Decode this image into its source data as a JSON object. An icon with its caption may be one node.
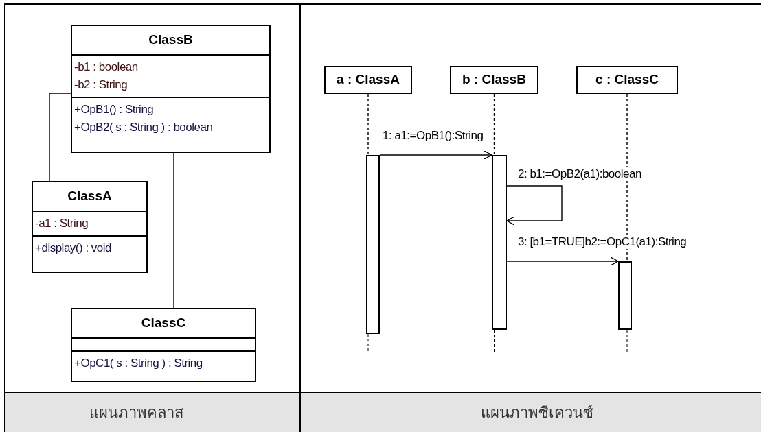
{
  "diagram": {
    "nodes": [
      {
        "text": [
          "ClassB",
          "-b1 : boolean",
          "-b2 : String",
          "+OpB1() : String",
          "+OpB2( s : String ) : boolean"
        ]
      },
      {
        "text": [
          "ClassA",
          "-a1 : String",
          "+display() : void"
        ]
      },
      {
        "text": [
          "ClassC",
          "+OpC1( s : String ) : String"
        ]
      },
      {
        "text": [
          "a : ClassA"
        ]
      },
      {
        "text": [
          "b : ClassB"
        ]
      },
      {
        "text": [
          "c : ClassC"
        ]
      },
      {
        "text": [],
        "shape": "bar"
      },
      {
        "text": [],
        "shape": "bar"
      },
      {
        "text": [],
        "shape": "bar"
      }
    ],
    "edges": [
      {
        "from": 0,
        "to": 1,
        "arrow": "none"
      },
      {
        "from": 0,
        "to": 2,
        "arrow": "none"
      },
      {
        "from": 3,
        "to": 6,
        "arrow": "none",
        "style": "dashed"
      },
      {
        "from": 4,
        "to": 7,
        "arrow": "none",
        "style": "dashed"
      },
      {
        "from": 5,
        "to": 8,
        "arrow": "none",
        "style": "dashed"
      },
      {
        "from": 6,
        "to": 7,
        "arrow": "to",
        "label": "1: a1:=OpB1():String"
      },
      {
        "from": 7,
        "to": 7,
        "arrow": "to",
        "label": "2: b1:=OpB2(a1):boolean"
      },
      {
        "from": 7,
        "to": 8,
        "arrow": "to",
        "label": "3: [b1=TRUE]b2:=OpC1(a1):String"
      }
    ],
    "labels": [
      "แผนภาพคลาส",
      "แผนภาพซีเควนซ์"
    ]
  }
}
